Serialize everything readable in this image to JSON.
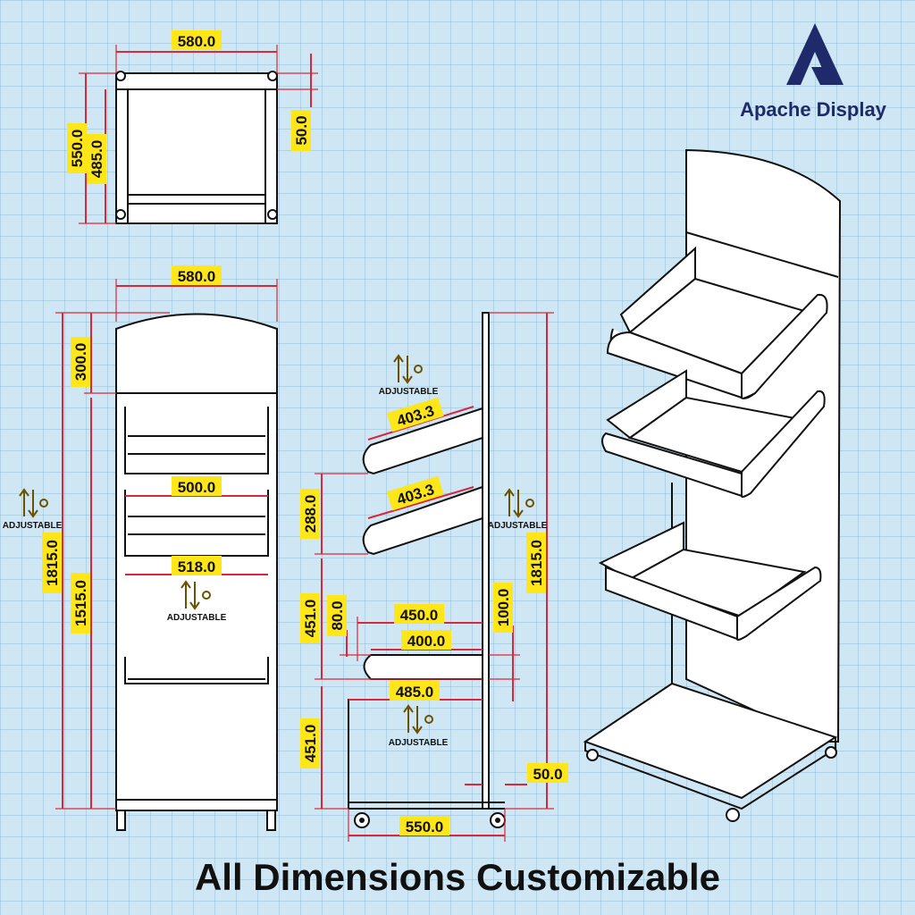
{
  "brand": {
    "name": "Apache Display"
  },
  "footer": {
    "text": "All Dimensions Customizable"
  },
  "adjustable_label": "ADJUSTABLE",
  "dimensions": {
    "top_width": "580.0",
    "top_depth": "550.0",
    "top_inner_depth": "485.0",
    "top_side": "50.0",
    "front_width": "580.0",
    "front_header": "300.0",
    "front_total_height": "1815.0",
    "front_frame_height": "1515.0",
    "front_shelf_width": "500.0",
    "front_shelf_inner_width": "518.0",
    "side_shelf_length_1": "403.3",
    "side_shelf_length_2": "403.3",
    "side_gap_288": "288.0",
    "side_gap_451_upper": "451.0",
    "side_gap_451_lower": "451.0",
    "side_lip_80": "80.0",
    "side_tray_450": "450.0",
    "side_tray_400": "400.0",
    "side_tray_100": "100.0",
    "side_tray_485": "485.0",
    "side_total_height": "1815.0",
    "side_base_50": "50.0",
    "side_base_550": "550.0"
  },
  "colors": {
    "background": "#cfe7f5",
    "grid": "#9cc3dc",
    "dimension_line": "#d8283a",
    "label_fill": "#ffe619",
    "brand": "#1e2a6a"
  }
}
